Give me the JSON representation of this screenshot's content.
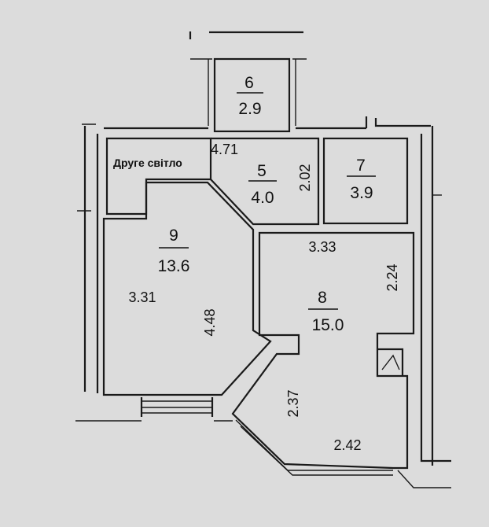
{
  "rooms": {
    "r6": {
      "number": "6",
      "area": "2.9"
    },
    "r5": {
      "number": "5",
      "area": "4.0"
    },
    "r7": {
      "number": "7",
      "area": "3.9"
    },
    "r9": {
      "number": "9",
      "area": "13.6"
    },
    "r8": {
      "number": "8",
      "area": "15.0"
    },
    "second_light": {
      "label": "Друге світло"
    }
  },
  "dimensions": {
    "d_471": "4.71",
    "d_202": "2.02",
    "d_333": "3.33",
    "d_224": "2.24",
    "d_331": "3.31",
    "d_448": "4.48",
    "d_237": "2.37",
    "d_242": "2.42"
  }
}
